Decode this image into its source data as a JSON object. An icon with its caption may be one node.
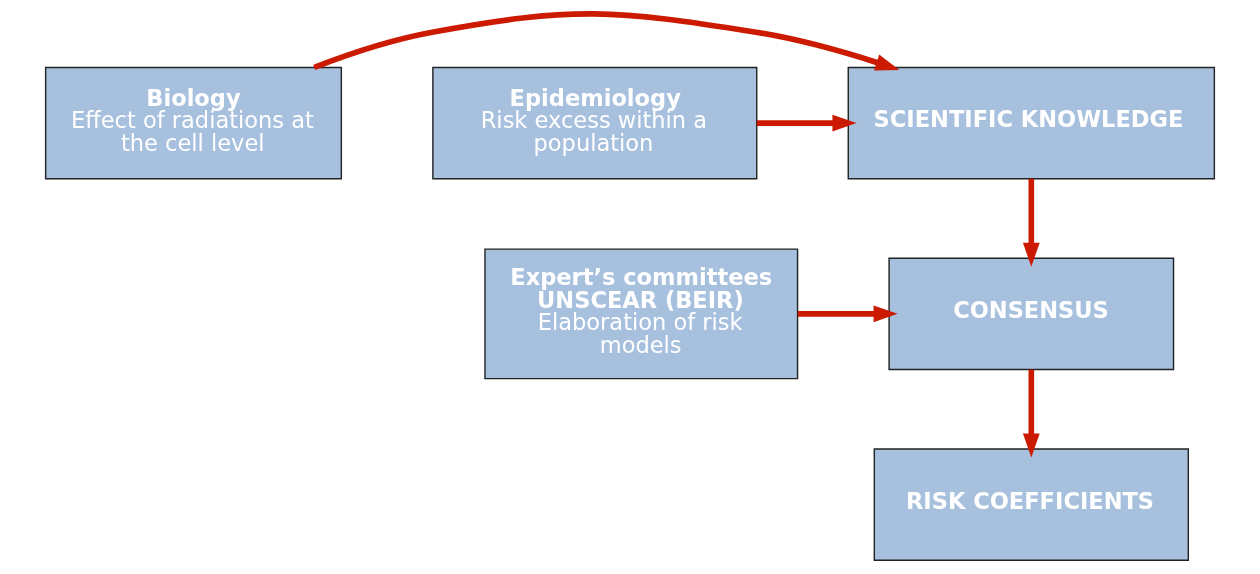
{
  "diagram": {
    "nodes": [
      {
        "text": [
          "Biology",
          "Effect of radiations at the cell level"
        ]
      },
      {
        "text": [
          "SCIENTIFIC KNOWLEDGE"
        ]
      },
      {
        "text": [
          "Epidemiology",
          "Risk excess within a population"
        ]
      },
      {
        "text": [
          "Expert’s committees UNSCEAR (BEIR)",
          "Elaboration of risk models"
        ]
      },
      {
        "text": [
          "CONSENSUS"
        ]
      },
      {
        "text": [
          "RISK COEFFICIENTS"
        ]
      }
    ],
    "edges": [
      {
        "from": 0,
        "to": 1,
        "arrow": "to"
      },
      {
        "from": 2,
        "to": 1,
        "arrow": "to"
      },
      {
        "from": 1,
        "to": 4,
        "arrow": "to"
      },
      {
        "from": 3,
        "to": 4,
        "arrow": "to"
      },
      {
        "from": 4,
        "to": 5,
        "arrow": "to"
      }
    ]
  }
}
